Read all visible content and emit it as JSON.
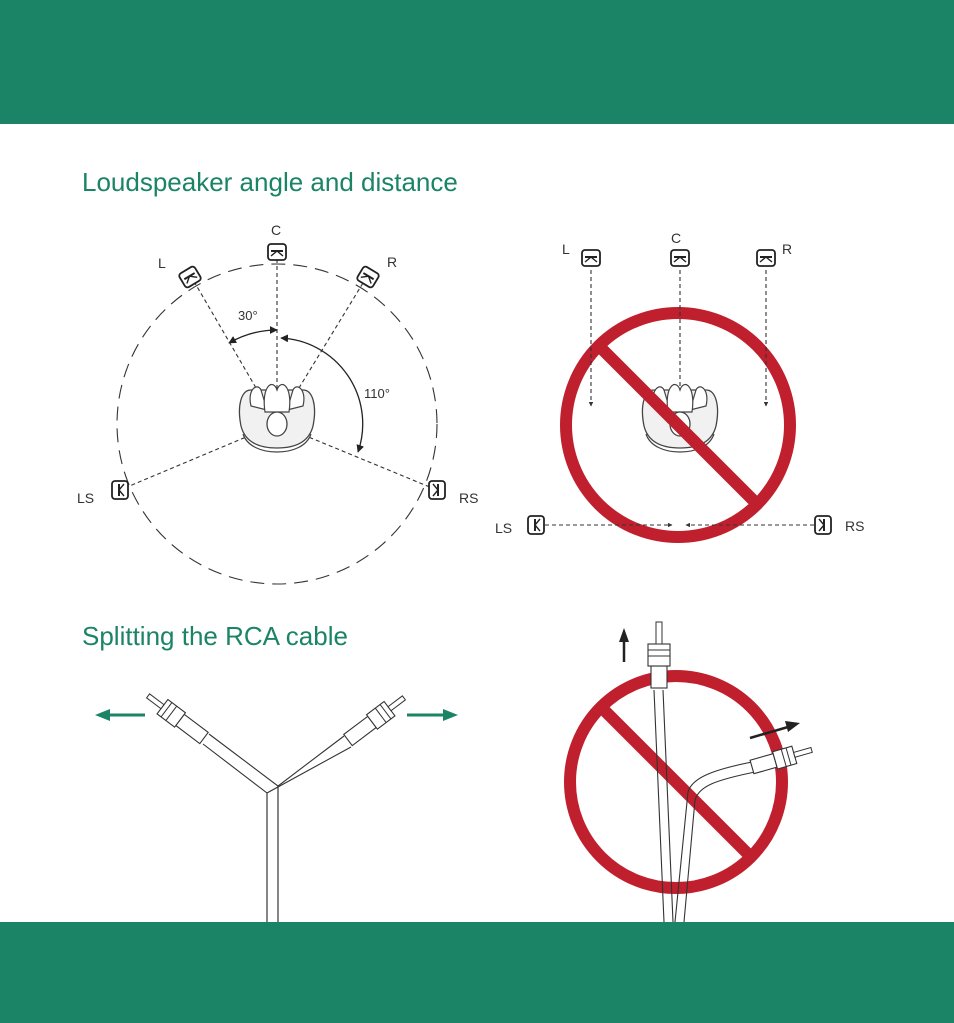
{
  "sections": {
    "angle_title": "Loudspeaker angle and distance",
    "rca_title": "Splitting the RCA cable"
  },
  "left_diagram": {
    "labels": {
      "c": "C",
      "l": "L",
      "r": "R",
      "ls": "LS",
      "rs": "RS"
    },
    "angle_front": "30°",
    "angle_surround": "110°"
  },
  "right_diagram": {
    "labels": {
      "l": "L",
      "c": "C",
      "r": "R",
      "ls": "LS",
      "rs": "RS"
    }
  },
  "colors": {
    "brand_green": "#1b8466",
    "prohibit_red": "#c0202e",
    "line": "#333333"
  }
}
